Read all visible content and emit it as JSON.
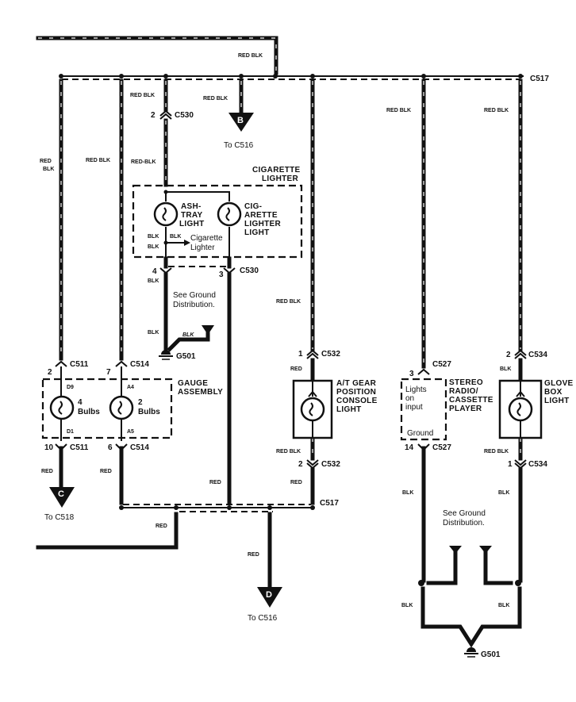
{
  "diagram": {
    "type": "automotive-wiring-schematic",
    "wire_colors": {
      "red_blk": "RED BLK",
      "red_blk_alt": "RED-BLK",
      "red": "RED",
      "blk": "BLK",
      "red_stacked_top": "RED",
      "red_stacked_bottom": "BLK"
    },
    "connectors": {
      "c517": "C517",
      "c530": "C530",
      "c511": "C511",
      "c514": "C514",
      "c532": "C532",
      "c527": "C527",
      "c534": "C534",
      "g501": "G501"
    },
    "pins": {
      "c530_in": "2",
      "c530_ash": "4",
      "c530_cig": "3",
      "c511_in": "2",
      "c511_out": "10",
      "c514_in": "7",
      "c514_out": "6",
      "c532_in": "1",
      "c532_out": "2",
      "c527_in": "3",
      "c527_out": "14",
      "c534_in": "2",
      "c534_out": "1"
    },
    "gauge_terminals": {
      "d9": "D9",
      "d1": "D1",
      "a4": "A4",
      "a5": "A5"
    },
    "flags": [
      {
        "letter": "B",
        "target": "To C516"
      },
      {
        "letter": "C",
        "target": "To C518"
      },
      {
        "letter": "D",
        "target": "To C516"
      }
    ],
    "components": {
      "cigarette_lighter": {
        "title_line1": "CIGARETTE",
        "title_line2": "LIGHTER"
      },
      "ashtray_light": {
        "line1": "ASH-",
        "line2": "TRAY",
        "line3": "LIGHT"
      },
      "cig_lighter_light": {
        "line1": "CIG-",
        "line2": "ARETTE",
        "line3": "LIGHTER",
        "line4": "LIGHT"
      },
      "cigarette_lighter_ref": {
        "line1": "Cigarette",
        "line2": "Lighter"
      },
      "gauge_assembly": {
        "line1": "GAUGE",
        "line2": "ASSEMBLY"
      },
      "gauge_bulbs_4": {
        "count": "4",
        "unit": "Bulbs"
      },
      "gauge_bulbs_2": {
        "count": "2",
        "unit": "Bulbs"
      },
      "at_gear_light": {
        "line1": "A/T GEAR",
        "line2": "POSITION",
        "line3": "CONSOLE",
        "line4": "LIGHT"
      },
      "stereo": {
        "line1": "STEREO",
        "line2": "RADIO/",
        "line3": "CASSETTE",
        "line4": "PLAYER",
        "input_line1": "Lights",
        "input_line2": "on",
        "input_line3": "input",
        "ground": "Ground"
      },
      "glove_box_light": {
        "line1": "GLOVE",
        "line2": "BOX",
        "line3": "LIGHT"
      }
    },
    "notes": {
      "see_ground_1": "See Ground",
      "see_ground_2": "Distribution."
    }
  }
}
